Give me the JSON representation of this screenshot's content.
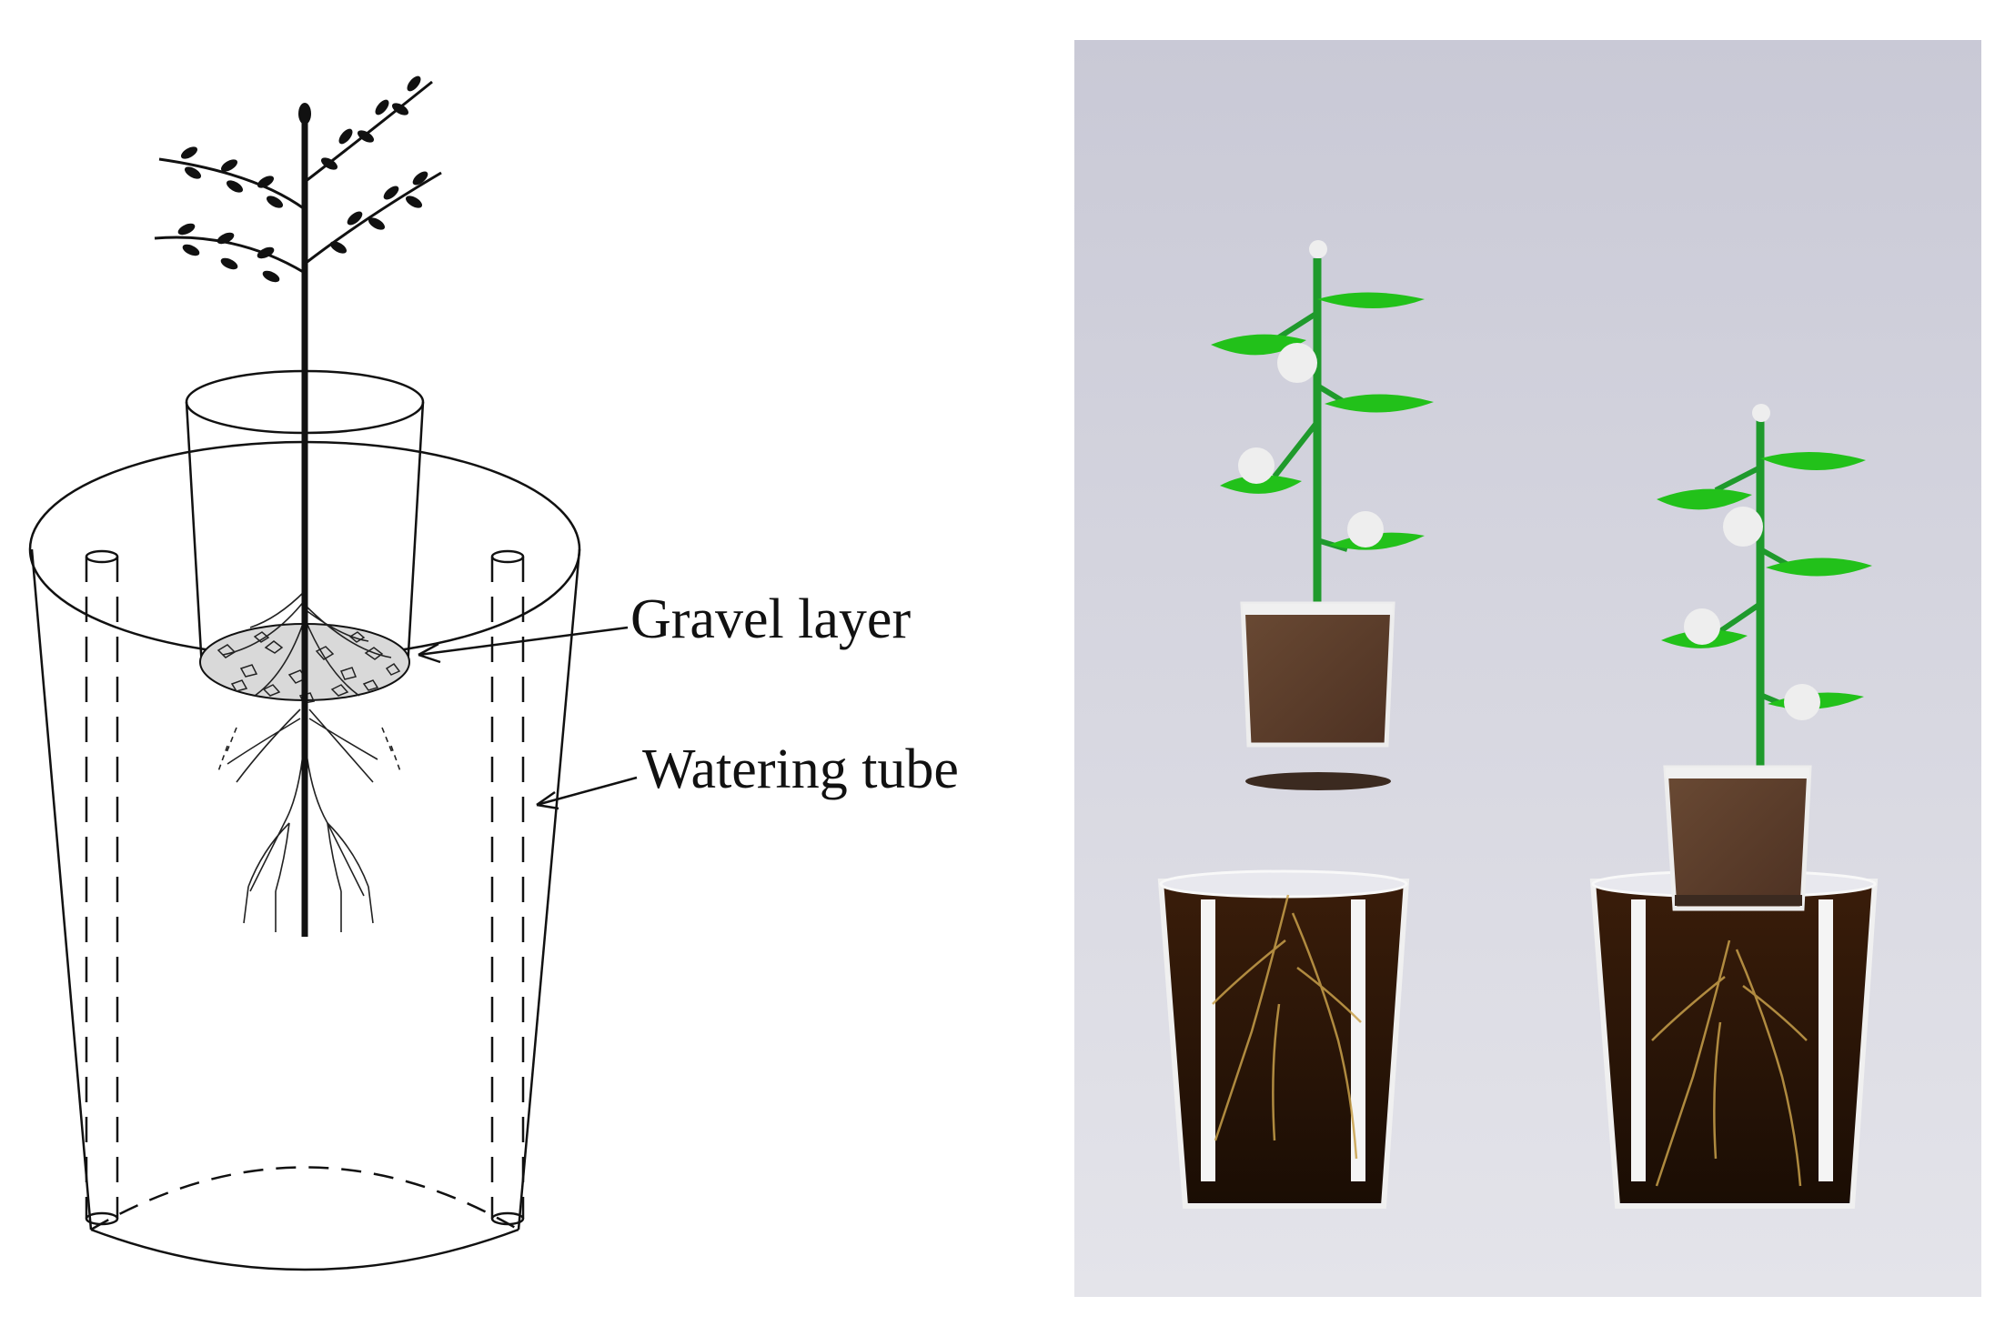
{
  "labels": {
    "gravel_layer": "Gravel layer",
    "watering_tube": "Watering tube"
  },
  "colors": {
    "line": "#111111",
    "render_bg": "#cfcfd9",
    "leaf_green": "#22c11a",
    "stem_green": "#1f9a2c",
    "soil_dark": "#2a1508",
    "soil_brown": "#5b3a24",
    "root": "#c8a04a",
    "tube_white": "#f4f4f4"
  },
  "icons": {
    "left": "plant-in-pot-schematic",
    "right": "plant-pot-3d-render"
  }
}
